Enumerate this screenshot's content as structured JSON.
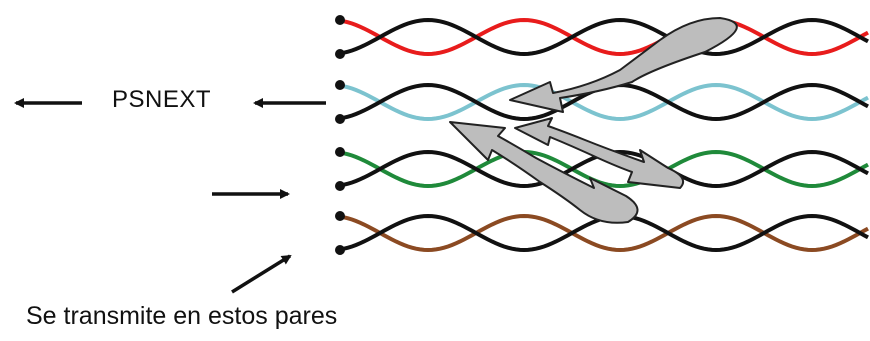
{
  "labels": {
    "psnext": "PSNEXT",
    "caption": "Se transmite en estos pares"
  },
  "pairs": [
    {
      "name": "pair-1",
      "color": "#e81c1c",
      "partner": "#111111"
    },
    {
      "name": "pair-2",
      "color": "#7cc3cf",
      "partner": "#111111"
    },
    {
      "name": "pair-3",
      "color": "#1f8a3a",
      "partner": "#111111"
    },
    {
      "name": "pair-4",
      "color": "#8b4a22",
      "partner": "#111111"
    }
  ],
  "colors": {
    "ink": "#111111",
    "crosstalk_fill": "#bdbdbd",
    "crosstalk_stroke": "#222222"
  }
}
